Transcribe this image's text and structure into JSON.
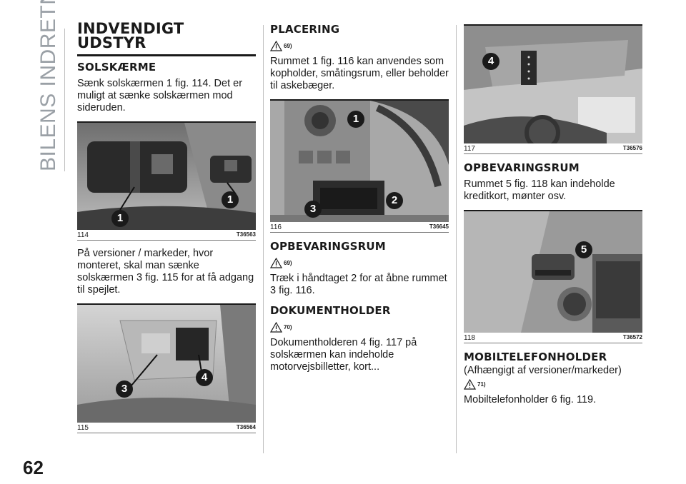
{
  "sidebar": {
    "chapter": "BILENS INDRETNING"
  },
  "page_number": "62",
  "col1": {
    "heading": "INDVENDIGT UDSTYR",
    "subheading": "SOLSKÆRME",
    "para1": "Sænk solskærmen 1 fig. 114. Det er muligt at sænke solskærmen mod sideruden.",
    "fig114": {
      "number": "114",
      "code": "T36563",
      "callouts": [
        "1",
        "1"
      ]
    },
    "para2": "På versioner / markeder, hvor monteret, skal man sænke solskærmen 3 fig. 115 for at få adgang til spejlet.",
    "fig115": {
      "number": "115",
      "code": "T36564",
      "callouts": [
        "3",
        "4"
      ]
    }
  },
  "col2": {
    "heading1": "PLACERING",
    "warn1": "69)",
    "para1": "Rummet 1 fig. 116 kan anvendes som kopholder, småtingsrum, eller beholder til askebæger.",
    "fig116": {
      "number": "116",
      "code": "T36645",
      "callouts": [
        "1",
        "3",
        "2"
      ]
    },
    "heading2": "OPBEVARINGSRUM",
    "warn2": "69)",
    "para2": "Træk i håndtaget 2 for at åbne rummet 3 fig. 116.",
    "heading3": "DOKUMENTHOLDER",
    "warn3": "70)",
    "para3": "Dokumentholderen 4 fig. 117 på solskærmen kan indeholde motorvejsbilletter, kort..."
  },
  "col3": {
    "fig117": {
      "number": "117",
      "code": "T36576",
      "callouts": [
        "4"
      ]
    },
    "heading1": "OPBEVARINGSRUM",
    "para1": "Rummet 5 fig. 118 kan indeholde kreditkort, mønter osv.",
    "fig118": {
      "number": "118",
      "code": "T36572",
      "callouts": [
        "5"
      ]
    },
    "heading2": "MOBILTELEFONHOLDER",
    "subnote": "(Afhængigt af versioner/markeder)",
    "warn": "71)",
    "para2": "Mobiltelefonholder 6 fig. 119."
  }
}
